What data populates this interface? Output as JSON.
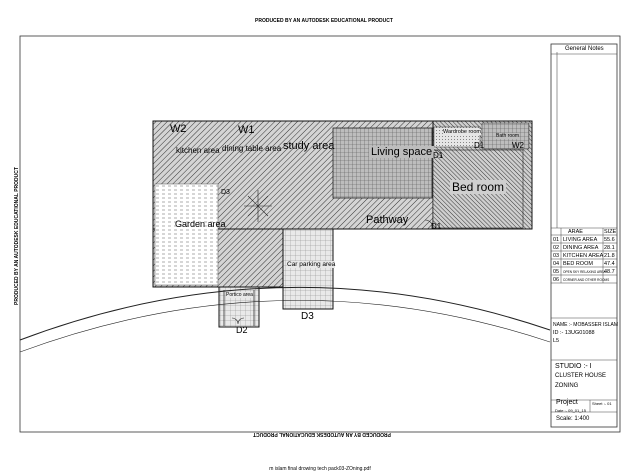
{
  "watermark": "PRODUCED BY AN AUTODESK EDUCATIONAL PRODUCT",
  "rooms": {
    "w2": "W2",
    "w1": "W1",
    "kitchen": "kitchen area",
    "dining": "dining table area",
    "study": "study area",
    "living": "Living space",
    "wardrobe": "Wardrobe room",
    "bath": "Bath room",
    "d1a": "D1",
    "d1b": "D1",
    "w2b": "W2",
    "d1c": "D1",
    "bedroom": "Bed room",
    "d3a": "D3",
    "garden": "Garden area",
    "pathway": "Pathway",
    "d1d": "D1",
    "carparking": "Car parking area",
    "portico": "Portico area",
    "d2": "D2",
    "d3b": "D3"
  },
  "titleblock": {
    "general_notes": "General Notes",
    "schedule_header": [
      "ARAE",
      "SIZE"
    ],
    "schedule": [
      {
        "no": "01",
        "name": "LIVING AREA",
        "size": "55.6"
      },
      {
        "no": "02",
        "name": "DINING AREA",
        "size": "28.1"
      },
      {
        "no": "03",
        "name": "KITCHEN AREA",
        "size": "21.8"
      },
      {
        "no": "04",
        "name": "BED ROOM",
        "size": "47.4"
      },
      {
        "no": "05",
        "name": "OPEN SKY RELAXING AREA",
        "size": "48.7"
      },
      {
        "no": "06",
        "name": "CORNER AND OTHER ROOMS",
        "size": ""
      }
    ],
    "name_line": "NAME :- MOBASSER ISLAM",
    "id_line": "ID :- 13UG01088",
    "id_extra": "L5",
    "studio": "STUDIO :- I",
    "project_name": "CLUSTER HOUSE",
    "sheet_title": "ZONING",
    "project_label": "Project",
    "sheet_label": "Sheet :- 01",
    "date_label": "Date :- 09_01_15",
    "scale_label": "Scale: 1:400"
  },
  "footer": "m islam final drowing tech pack03-ZOning.pdf"
}
